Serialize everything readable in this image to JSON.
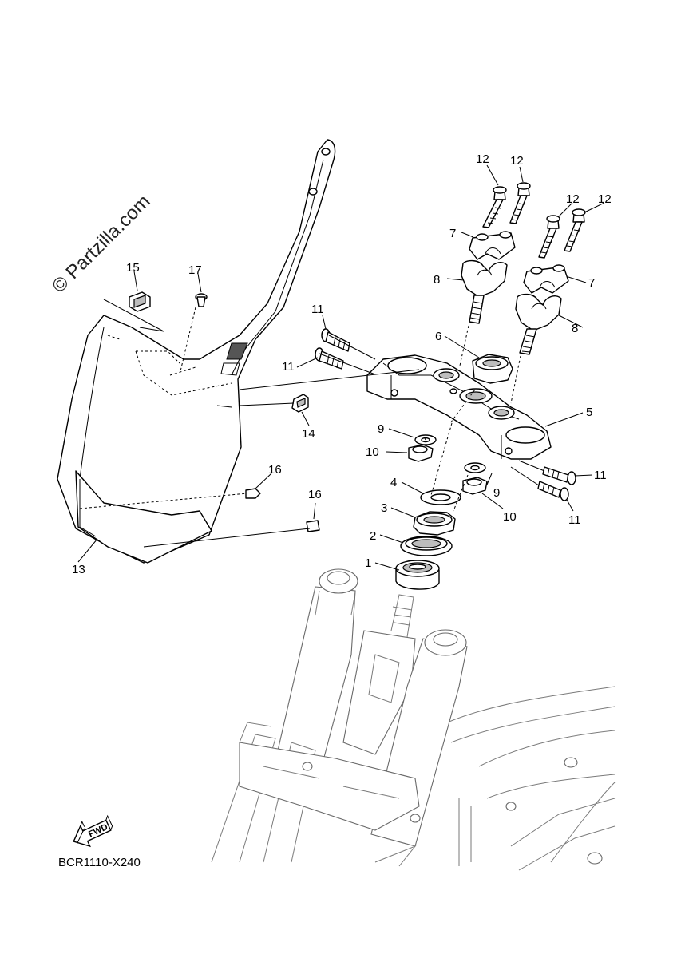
{
  "watermark": "© Partzilla.com",
  "diagram_code": "BCR1110-X240",
  "fwd_label": "FWD",
  "callouts": [
    {
      "id": "c1",
      "text": "1"
    },
    {
      "id": "c2",
      "text": "2"
    },
    {
      "id": "c3",
      "text": "3"
    },
    {
      "id": "c4",
      "text": "4"
    },
    {
      "id": "c5",
      "text": "5"
    },
    {
      "id": "c6",
      "text": "6"
    },
    {
      "id": "c7a",
      "text": "7"
    },
    {
      "id": "c7b",
      "text": "7"
    },
    {
      "id": "c8a",
      "text": "8"
    },
    {
      "id": "c8b",
      "text": "8"
    },
    {
      "id": "c9a",
      "text": "9"
    },
    {
      "id": "c9b",
      "text": "9"
    },
    {
      "id": "c10a",
      "text": "10"
    },
    {
      "id": "c10b",
      "text": "10"
    },
    {
      "id": "c11a",
      "text": "11"
    },
    {
      "id": "c11b",
      "text": "11"
    },
    {
      "id": "c11c",
      "text": "11"
    },
    {
      "id": "c11d",
      "text": "11"
    },
    {
      "id": "c12a",
      "text": "12"
    },
    {
      "id": "c12b",
      "text": "12"
    },
    {
      "id": "c12c",
      "text": "12"
    },
    {
      "id": "c12d",
      "text": "12"
    },
    {
      "id": "c13",
      "text": "13"
    },
    {
      "id": "c14",
      "text": "14"
    },
    {
      "id": "c15",
      "text": "15"
    },
    {
      "id": "c16a",
      "text": "16"
    },
    {
      "id": "c16b",
      "text": "16"
    },
    {
      "id": "c17",
      "text": "17"
    }
  ]
}
